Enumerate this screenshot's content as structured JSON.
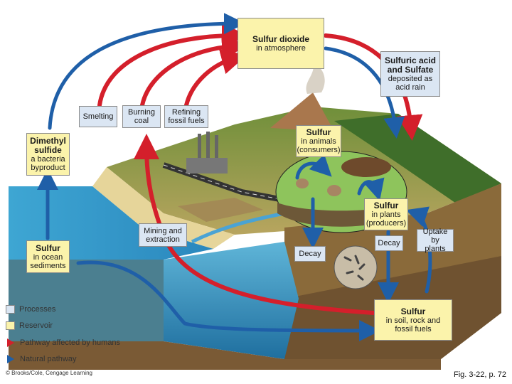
{
  "reservoirs": {
    "so2": {
      "title": "Sulfur dioxide",
      "subtitle": "in atmosphere"
    },
    "acid": {
      "title": "Sulfuric acid and Sulfate",
      "subtitle": "deposited as acid rain"
    },
    "dms": {
      "title": "Dimethyl sulfide",
      "subtitle": "a bacteria byproduct"
    },
    "ocean": {
      "title": "Sulfur",
      "subtitle": "in ocean sediments"
    },
    "animals": {
      "title": "Sulfur",
      "subtitle": "in animals (consumers)"
    },
    "plants": {
      "title": "Sulfur",
      "subtitle": "in plants (producers)"
    },
    "soil": {
      "title": "Sulfur",
      "subtitle": "in soil, rock and fossil fuels"
    }
  },
  "processes": {
    "smelting": "Smelting",
    "burning": "Burning coal",
    "refining": "Refining fossil fuels",
    "mining": "Mining and extraction",
    "decay_left": "Decay",
    "decay_right": "Decay",
    "uptake": "Uptake by plants"
  },
  "legend": {
    "processes": "Processes",
    "reservoir": "Reservoir",
    "human": "Pathway affected by humans",
    "natural": "Natural pathway"
  },
  "colors": {
    "process_fill": "#dbe6f3",
    "reservoir_fill": "#fbf3ab",
    "human_pathway": "#d41f2b",
    "natural_pathway": "#1f5fa8",
    "ocean": "#2e94c4",
    "sky": "#ffffff",
    "land": "#8a6a3a"
  },
  "credit": "© Brooks/Cole, Cengage Learning",
  "figure_ref": "Fig. 3-22, p. 72"
}
